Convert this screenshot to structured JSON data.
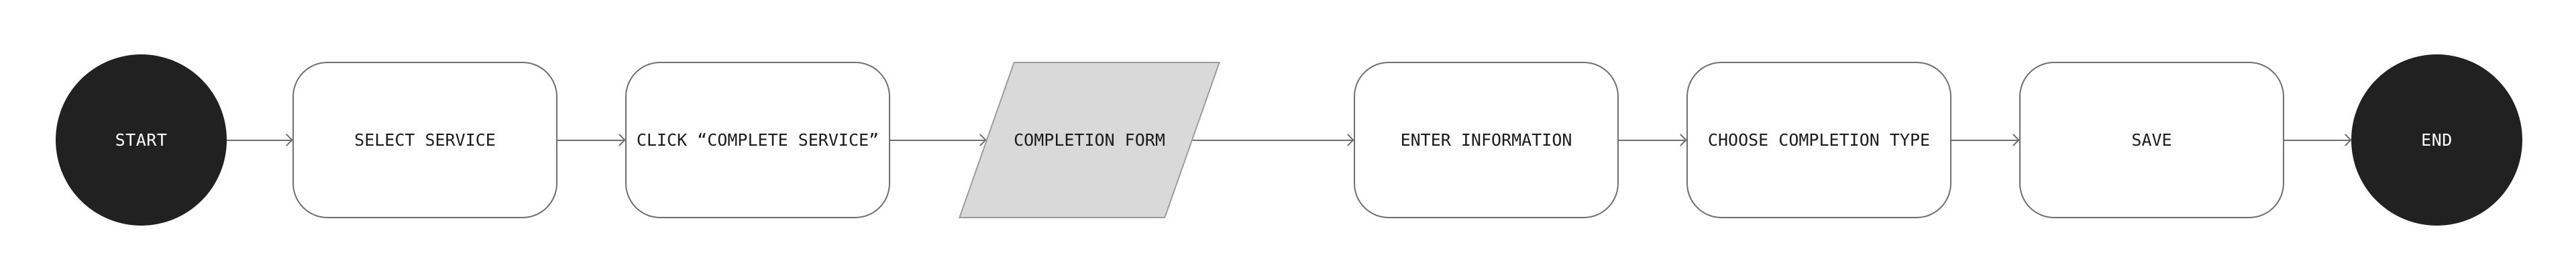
{
  "diagram": {
    "type": "flowchart",
    "orientation": "horizontal",
    "nodes": [
      {
        "id": "start",
        "shape": "terminator",
        "label": "START"
      },
      {
        "id": "select-service",
        "shape": "process",
        "label": "SELECT SERVICE"
      },
      {
        "id": "click-complete-service",
        "shape": "process",
        "label": "CLICK “COMPLETE SERVICE”"
      },
      {
        "id": "completion-form",
        "shape": "parallelogram",
        "label": "COMPLETION FORM"
      },
      {
        "id": "enter-information",
        "shape": "process",
        "label": "ENTER INFORMATION"
      },
      {
        "id": "choose-completion-type",
        "shape": "process",
        "label": "CHOOSE COMPLETION TYPE"
      },
      {
        "id": "save",
        "shape": "process",
        "label": "SAVE"
      },
      {
        "id": "end",
        "shape": "terminator",
        "label": "END"
      }
    ],
    "edges": [
      {
        "from": "start",
        "to": "select-service"
      },
      {
        "from": "select-service",
        "to": "click-complete-service"
      },
      {
        "from": "click-complete-service",
        "to": "completion-form"
      },
      {
        "from": "completion-form",
        "to": "enter-information"
      },
      {
        "from": "enter-information",
        "to": "choose-completion-type"
      },
      {
        "from": "choose-completion-type",
        "to": "save"
      },
      {
        "from": "save",
        "to": "end"
      }
    ],
    "colors": {
      "background": "#ffffff",
      "terminator_fill": "#212121",
      "terminator_text": "#ffffff",
      "process_fill": "#ffffff",
      "process_border": "#6f6f6f",
      "parallelogram_fill": "#d9d9d9",
      "parallelogram_border": "#9a9a9a",
      "arrow": "#6f6f6f",
      "text": "#1c1c1c"
    }
  }
}
